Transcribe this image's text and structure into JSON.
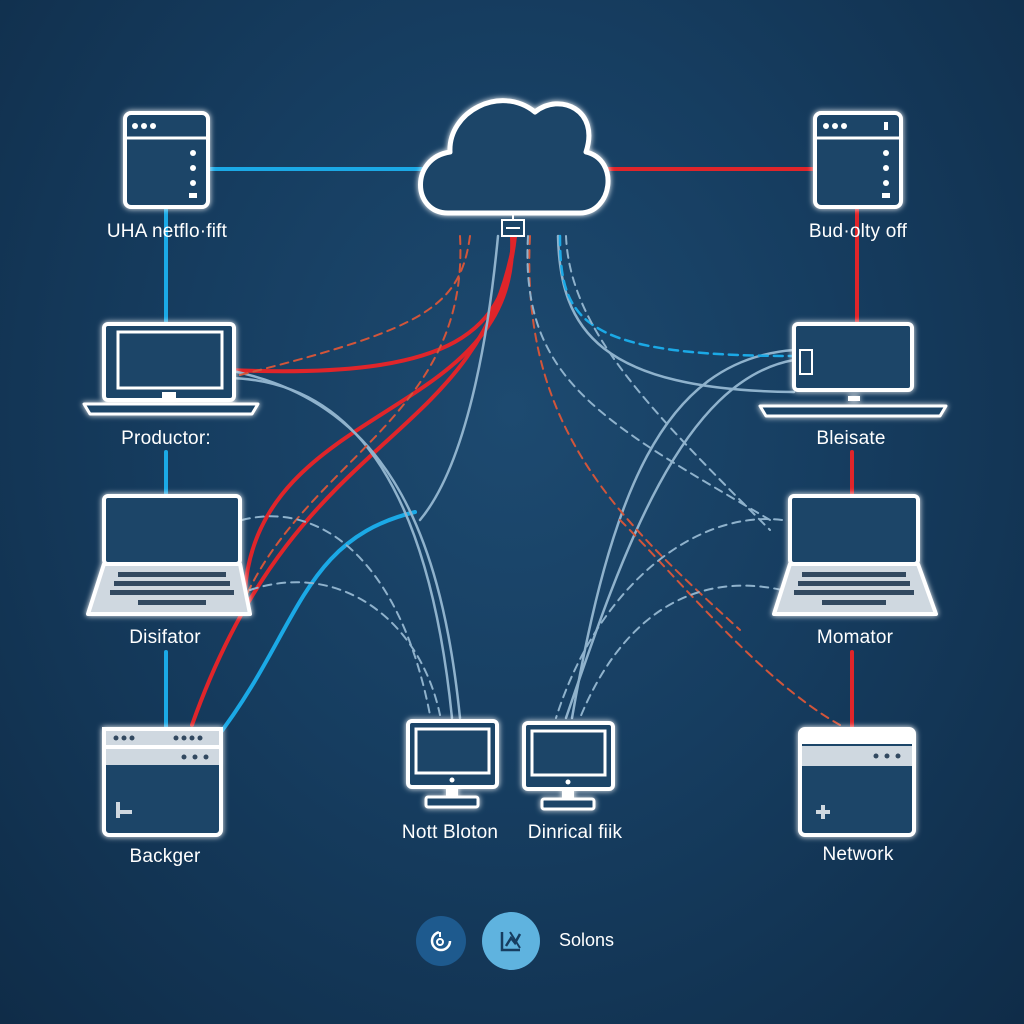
{
  "colors": {
    "background": "#163d60",
    "icon_stroke": "#ffffff",
    "icon_fill": "#1a4568",
    "link_blue": "#1ba9e6",
    "link_red": "#e0252a",
    "link_pale": "#8fb2cc",
    "link_orange_dashed": "#d2553a"
  },
  "nodes": {
    "top_left_server": {
      "label": "UHA netflo·fift",
      "icon": "server-window-icon"
    },
    "top_right_server": {
      "label": "Bud·olty off",
      "icon": "server-window-icon"
    },
    "cloud": {
      "icon": "cloud-icon"
    },
    "left_laptop_1": {
      "label": "Productor:",
      "icon": "laptop-icon"
    },
    "right_laptop_1": {
      "label": "Bleisate",
      "icon": "laptop-icon"
    },
    "left_laptop_2": {
      "label": "Disifator",
      "icon": "laptop-keyboard-icon"
    },
    "right_laptop_2": {
      "label": "Momator",
      "icon": "laptop-keyboard-icon"
    },
    "bottom_left_server": {
      "label": "Backger",
      "icon": "server-rack-icon"
    },
    "bottom_right_server": {
      "label": "Network",
      "icon": "server-rack-icon"
    },
    "center_monitor_1": {
      "label": "Nott Bloton",
      "icon": "desktop-monitor-icon"
    },
    "center_monitor_2": {
      "label": "Dinrical fiik",
      "icon": "desktop-monitor-icon"
    }
  },
  "legend": {
    "label": "Solons",
    "icons": [
      "settings-circle-icon",
      "flow-circle-icon"
    ]
  }
}
